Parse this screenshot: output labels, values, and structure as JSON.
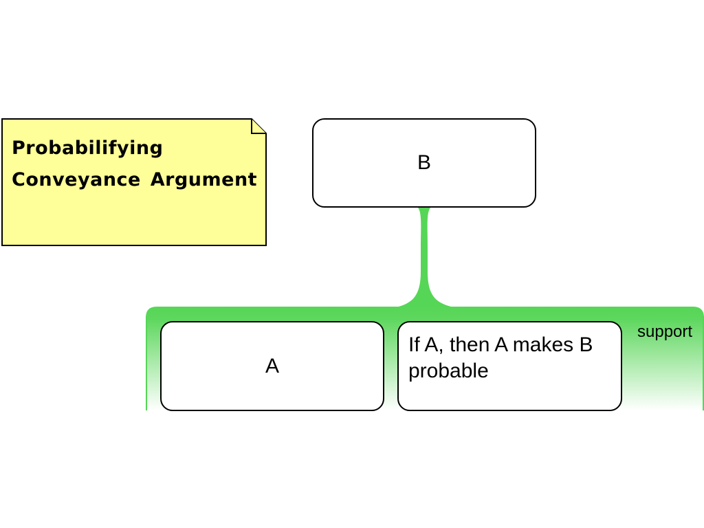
{
  "note": {
    "title": "Probabilifying Conveyance Argument",
    "fill_color": "#ffff99"
  },
  "claims": {
    "conclusion": {
      "text": "B"
    },
    "premise": {
      "text": "A"
    },
    "warrant": {
      "text": "If A, then A makes B probable"
    }
  },
  "support": {
    "label": "support",
    "color": "#56d656"
  }
}
